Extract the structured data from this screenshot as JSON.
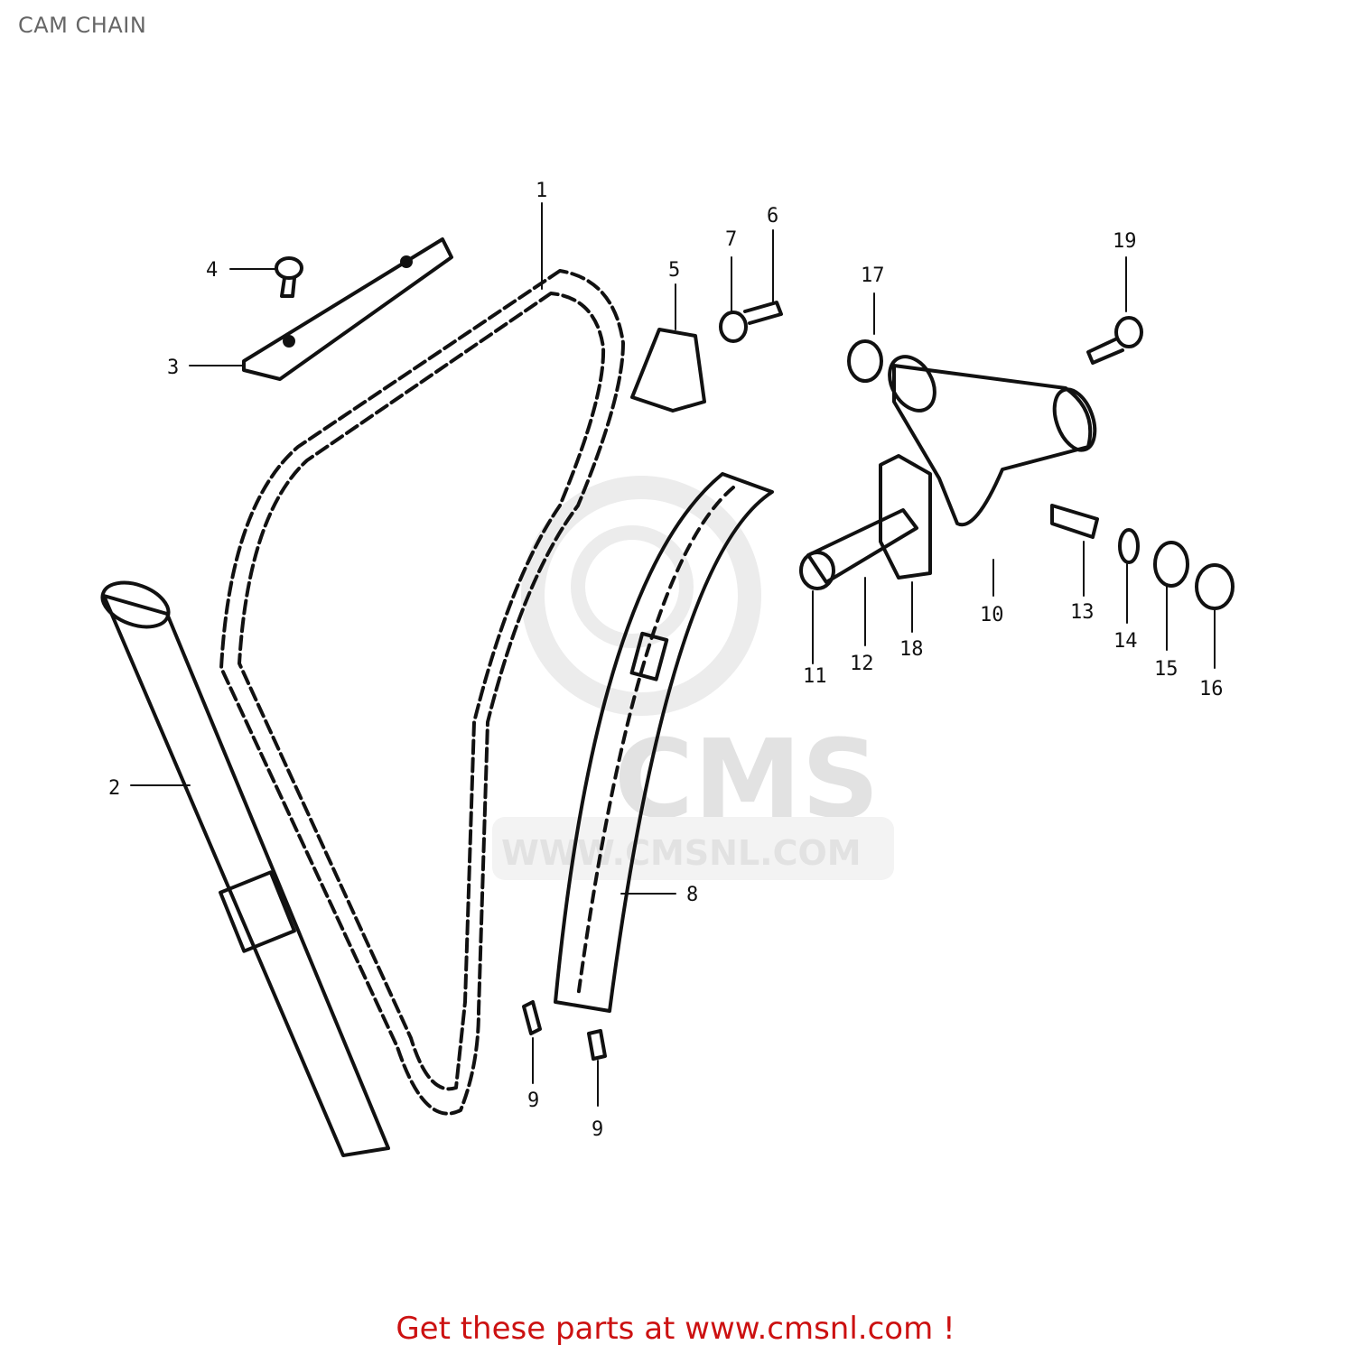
{
  "page": {
    "title": "CAM CHAIN"
  },
  "diagram": {
    "callouts": [
      "1",
      "2",
      "3",
      "4",
      "5",
      "6",
      "7",
      "8",
      "9",
      "10",
      "11",
      "12",
      "13",
      "14",
      "15",
      "16",
      "17",
      "18",
      "19",
      "6",
      "9"
    ],
    "watermark": {
      "brand": "CMS",
      "url": "WWW.CMSNL.COM"
    }
  },
  "footer": {
    "link_text": "Get these parts at www.cmsnl.com !",
    "color": "#cc1111"
  }
}
